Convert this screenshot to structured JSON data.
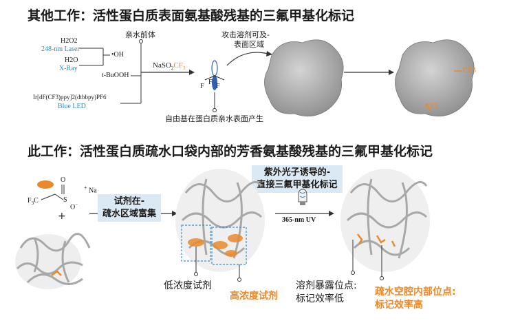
{
  "top": {
    "title": "其他工作：活性蛋白质表面氨基酸残基的三氟甲基化标记",
    "h2o2": "H2O2",
    "laser": "248-nm Laser",
    "h2o": "H2O",
    "xray": "X-Ray",
    "oh": "•OH",
    "tbuooh": "t-BuOOH",
    "ir_complex": "Ir[dF(CF3)ppy]2(dtbbpy)PF6",
    "blue_led": "Blue LED",
    "hydrophilic_precursor": "亲水前体",
    "nasocf3": "NaSO2CF3",
    "radical_note": "自由基在蛋白质亲水表面产生",
    "attack_note_1": "攻击溶剂可及-",
    "attack_note_2": "表面区域",
    "cf3": "CF3"
  },
  "bottom": {
    "title": "此工作：活性蛋白质疏水口袋内部的芳香氨基酸残基的三氟甲基化标记",
    "f3c": "F3C",
    "na": "Na",
    "plus": "+",
    "enrich_box": "试剂在-\n疏水区域富集",
    "uv_box": "紫外光子诱导的-\n直接三氟甲基化标记",
    "uv_label": "365-nm UV",
    "low_conc": "低浓度试剂",
    "high_conc": "高浓度试剂",
    "exposed_1": "溶剂暴露位点:",
    "exposed_2": "标记效率低",
    "pocket_1": "疏水空腔内部位点:",
    "pocket_2": "标记效率高"
  },
  "colors": {
    "blue": "#2e8cc4",
    "orange": "#e8892b",
    "box_bg": "#dbe9f4",
    "protein": "#a8a8a8"
  }
}
